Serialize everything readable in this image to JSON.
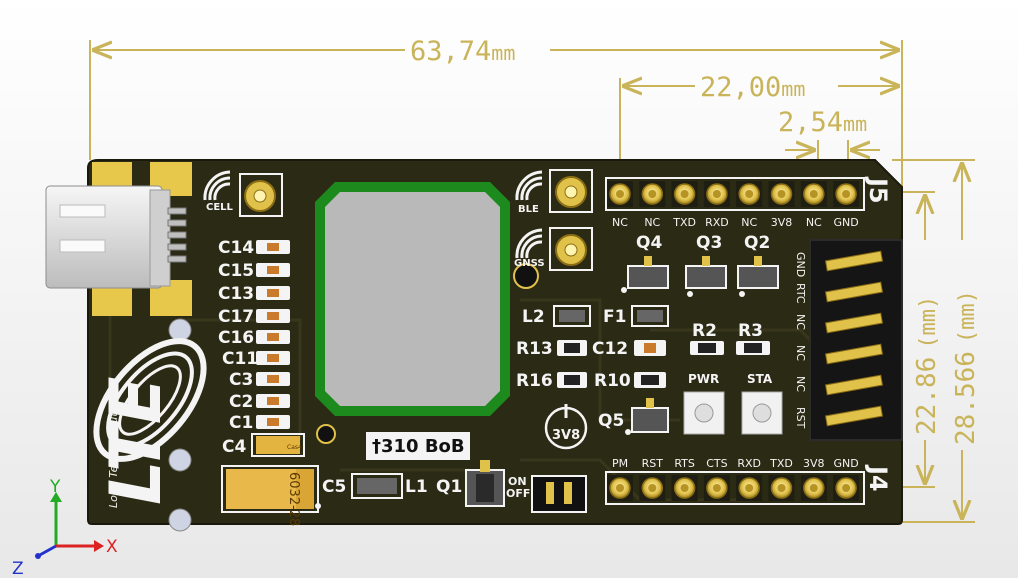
{
  "dimensions": {
    "width_total": "63,74",
    "header_span": "22,00",
    "pin_pitch": "2,54",
    "unit_mm": "mm",
    "height_header": "22.86",
    "height_board": "28.566",
    "unit_paren": "(mm)"
  },
  "board": {
    "title": "†310 BoB",
    "antenna_labels": [
      "CELL",
      "BLE",
      "GNSS"
    ],
    "left_caps": [
      "C14",
      "C15",
      "C13",
      "C17",
      "C16",
      "C11",
      "C3",
      "C2",
      "C1"
    ],
    "c4": "C4",
    "c5": "C5",
    "l1": "L1",
    "q1": "Q1",
    "switch_on": "ON",
    "switch_off": "OFF",
    "tantalum_marking": "6032-28",
    "small_tant_marking": "Cas4",
    "l2": "L2",
    "f1": "F1",
    "r13": "R13",
    "c12": "C12",
    "r16": "R16",
    "r10": "R10",
    "q5": "Q5",
    "v3v8_circle": "3V8",
    "q4": "Q4",
    "q3": "Q3",
    "q2": "Q2",
    "r2": "R2",
    "r3": "R3",
    "led_pwr": "PWR",
    "led_sta": "STA",
    "j5": "J5",
    "j4": "J4",
    "j5_pins": [
      "NC",
      "NC",
      "TXD",
      "RXD",
      "NC",
      "3V8",
      "NC",
      "GND"
    ],
    "j4_pins": [
      "PM",
      "RST",
      "RTS",
      "CTS",
      "RXD",
      "TXD",
      "3V8",
      "GND"
    ],
    "side_pins": [
      "GND",
      "RTC",
      "NC",
      "NC",
      "NC",
      "RST"
    ],
    "logo_text": "LTE",
    "logo_tagline": "Long Term Evolution"
  },
  "axes": {
    "y": "Y",
    "x": "X",
    "z": "Z"
  },
  "colors": {
    "pcb": "#2b2a14",
    "gold": "#e0c14a",
    "silk": "#f4f4f4",
    "dimension": "#c9b45a",
    "module_border": "#1c8a1c",
    "module_fill": "#b9b9b9"
  }
}
